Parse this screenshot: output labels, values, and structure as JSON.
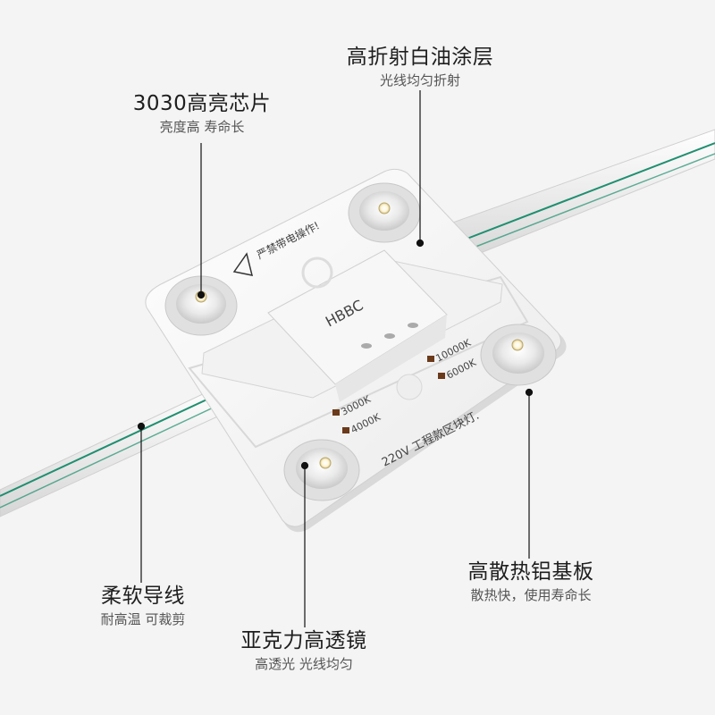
{
  "callouts": {
    "chip": {
      "title": "3030高亮芯片",
      "subtitle": "亮度高 寿命长"
    },
    "coating": {
      "title": "高折射白油涂层",
      "subtitle": "光线均匀折射"
    },
    "wire": {
      "title": "柔软导线",
      "subtitle": "耐高温 可裁剪"
    },
    "lens": {
      "title": "亚克力高透镜",
      "subtitle": "高透光 光线均匀"
    },
    "substrate": {
      "title": "高散热铝基板",
      "subtitle": "散热快，使用寿命长"
    }
  },
  "board": {
    "warning": "严禁带电操作!",
    "brand": "HBBC",
    "cct_options": [
      "3000K",
      "4000K",
      "10000K",
      "6000K"
    ],
    "spec": "220V 工程款区块灯."
  },
  "colors": {
    "background": "#f4f4f4",
    "wire_stripe": "#1f8f6f",
    "board": "#fbfbfb",
    "marker": "#111111"
  }
}
